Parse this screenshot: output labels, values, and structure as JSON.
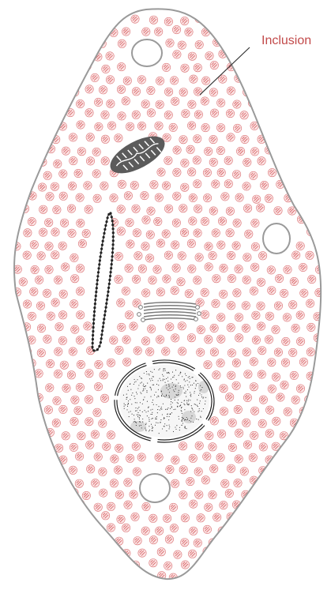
{
  "diagram": {
    "labels": {
      "inclusion": "Inclusion"
    },
    "colors": {
      "background": "#ffffff",
      "cell_outline": "#9a9a9a",
      "inclusion": "#d9676a",
      "label": "#c24a4a",
      "organelle_dark": "#5b5b5b",
      "nucleus_fill": "#ececec",
      "nucleolus": "#d7d7d7",
      "golgi": "#7a7a7a"
    },
    "icons": [
      "cell-membrane",
      "inclusion-granule",
      "mitochondrion-icon",
      "rough-er-icon",
      "golgi-icon",
      "nucleus-icon",
      "vacuole-icon"
    ]
  }
}
